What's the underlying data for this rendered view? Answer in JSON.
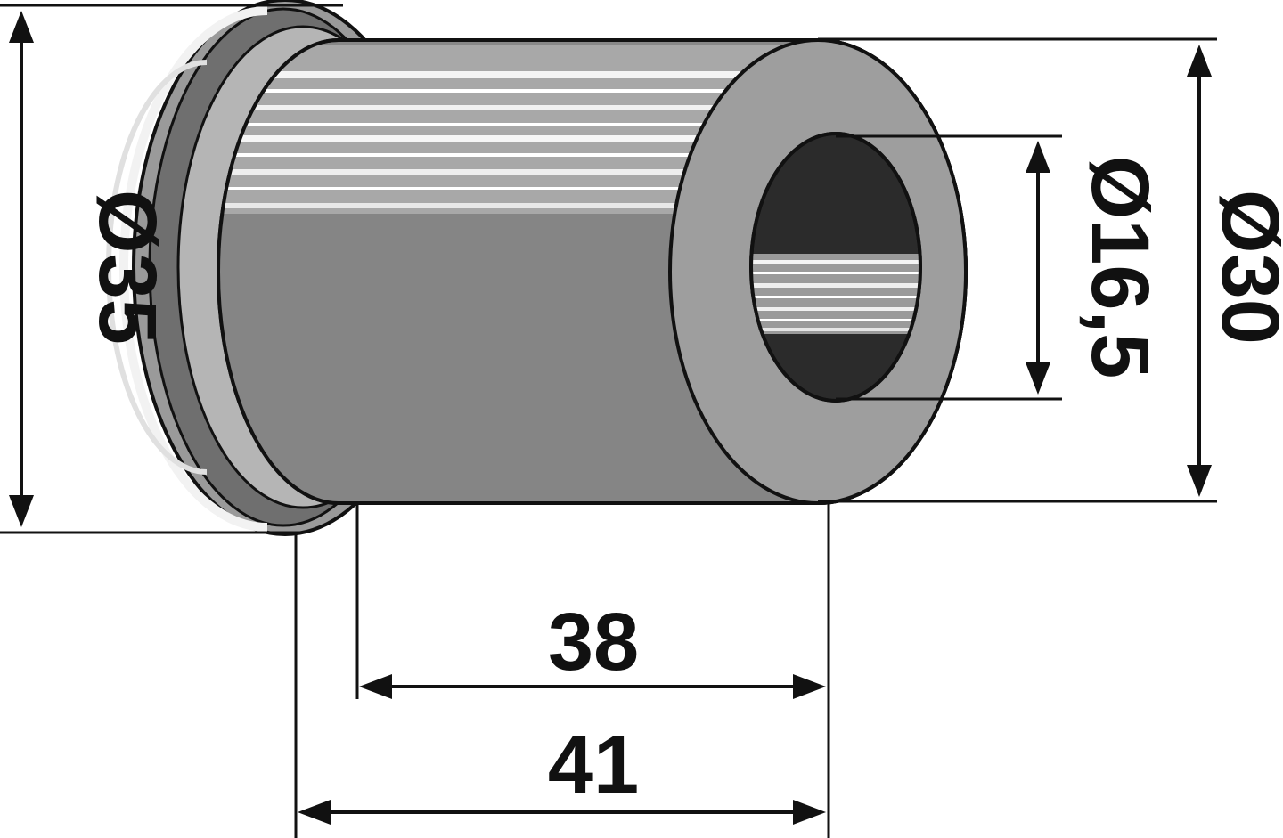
{
  "dimensions": {
    "flange_diameter": "Ø35",
    "outer_diameter": "Ø30",
    "inner_diameter": "Ø16,5",
    "body_length": "38",
    "total_length": "41"
  },
  "colors": {
    "body": "#8a8a8a",
    "face": "#9e9e9e",
    "bore": "#2b2b2b",
    "flange": "#b8b8b8",
    "outline": "#111111",
    "highlight": "#f2f2f2"
  }
}
